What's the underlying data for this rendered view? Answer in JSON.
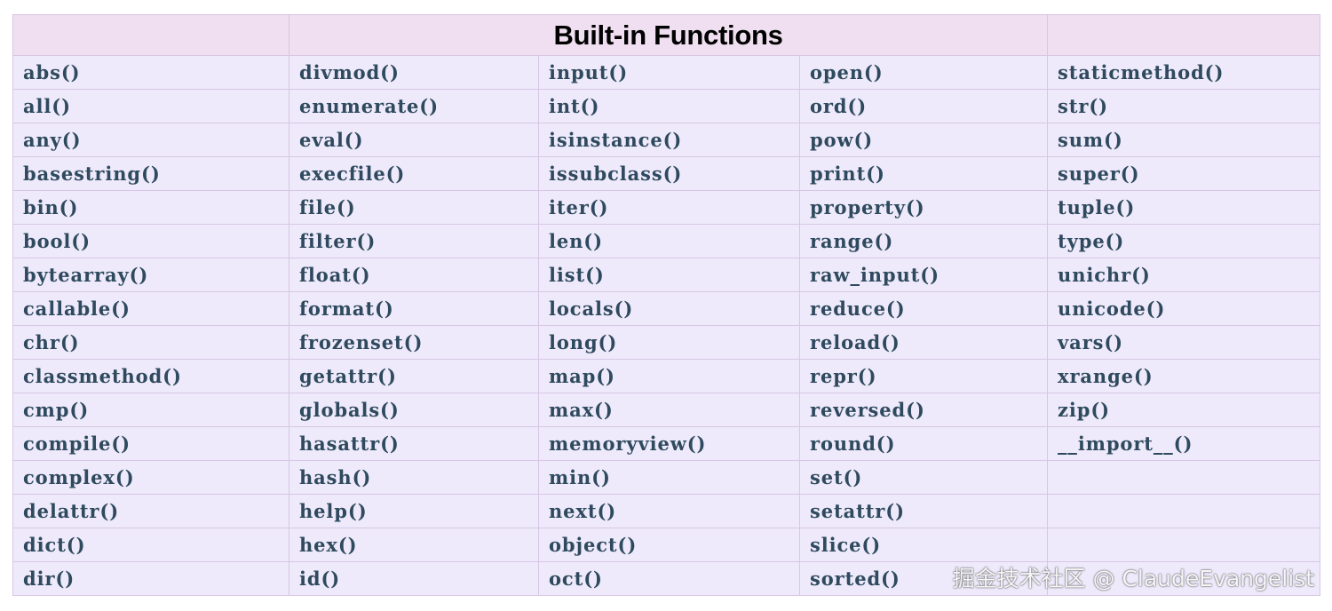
{
  "table": {
    "title": "Built-in Functions",
    "columns": [
      [
        "abs()",
        "all()",
        "any()",
        "basestring()",
        "bin()",
        "bool()",
        "bytearray()",
        "callable()",
        "chr()",
        "classmethod()",
        "cmp()",
        "compile()",
        "complex()",
        "delattr()",
        "dict()",
        "dir()"
      ],
      [
        "divmod()",
        "enumerate()",
        "eval()",
        "execfile()",
        "file()",
        "filter()",
        "float()",
        "format()",
        "frozenset()",
        "getattr()",
        "globals()",
        "hasattr()",
        "hash()",
        "help()",
        "hex()",
        "id()"
      ],
      [
        "input()",
        "int()",
        "isinstance()",
        "issubclass()",
        "iter()",
        "len()",
        "list()",
        "locals()",
        "long()",
        "map()",
        "max()",
        "memoryview()",
        "min()",
        "next()",
        "object()",
        "oct()"
      ],
      [
        "open()",
        "ord()",
        "pow()",
        "print()",
        "property()",
        "range()",
        "raw_input()",
        "reduce()",
        "reload()",
        "repr()",
        "reversed()",
        "round()",
        "set()",
        "setattr()",
        "slice()",
        "sorted()"
      ],
      [
        "staticmethod()",
        "str()",
        "sum()",
        "super()",
        "tuple()",
        "type()",
        "unichr()",
        "unicode()",
        "vars()",
        "xrange()",
        "zip()",
        "__import__()",
        "",
        "",
        "",
        ""
      ]
    ]
  },
  "watermark": "掘金技术社区 @ ClaudeEvangelist",
  "colors": {
    "header_background": "#efdff0",
    "body_background": "#eeeafb",
    "border": "#d7c6e4",
    "function_text": "#2f4a5e",
    "title_text": "#000000"
  }
}
